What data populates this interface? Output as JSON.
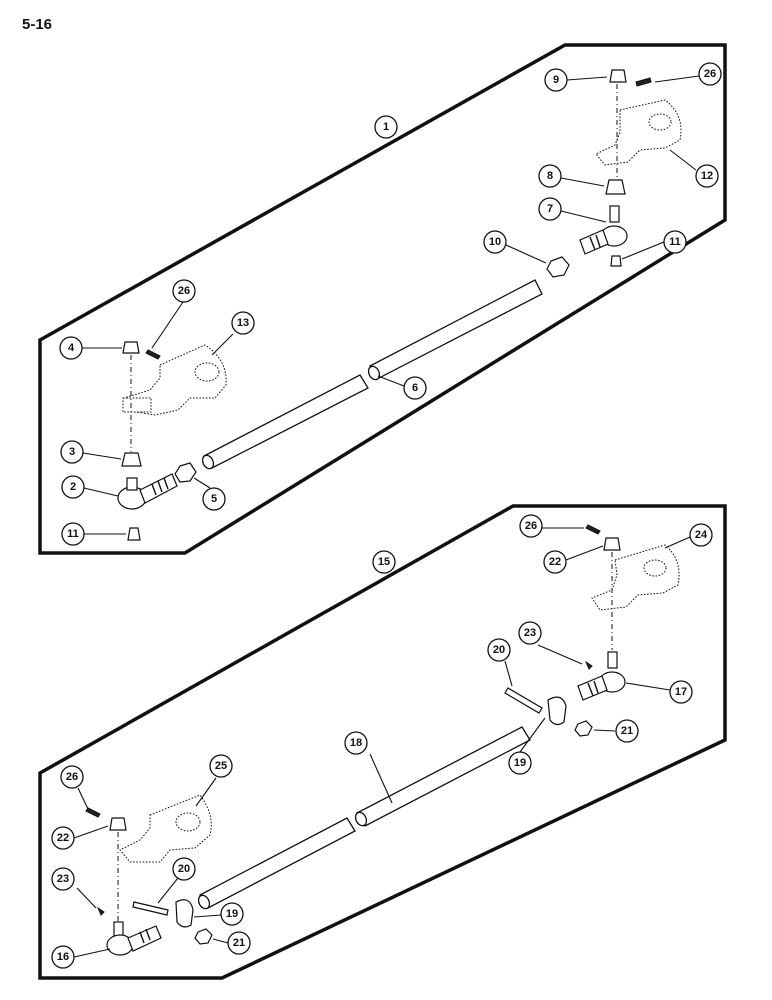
{
  "page_number": "5-16",
  "callouts": [
    {
      "label": "1"
    },
    {
      "label": "9"
    },
    {
      "label": "26"
    },
    {
      "label": "12"
    },
    {
      "label": "8"
    },
    {
      "label": "7"
    },
    {
      "label": "10"
    },
    {
      "label": "11"
    },
    {
      "label": "26"
    },
    {
      "label": "13"
    },
    {
      "label": "4"
    },
    {
      "label": "6"
    },
    {
      "label": "3"
    },
    {
      "label": "2"
    },
    {
      "label": "5"
    },
    {
      "label": "11"
    },
    {
      "label": "15"
    },
    {
      "label": "26"
    },
    {
      "label": "24"
    },
    {
      "label": "22"
    },
    {
      "label": "20"
    },
    {
      "label": "23"
    },
    {
      "label": "17"
    },
    {
      "label": "21"
    },
    {
      "label": "18"
    },
    {
      "label": "19"
    },
    {
      "label": "25"
    },
    {
      "label": "26"
    },
    {
      "label": "22"
    },
    {
      "label": "20"
    },
    {
      "label": "23"
    },
    {
      "label": "19"
    },
    {
      "label": "21"
    },
    {
      "label": "16"
    }
  ]
}
